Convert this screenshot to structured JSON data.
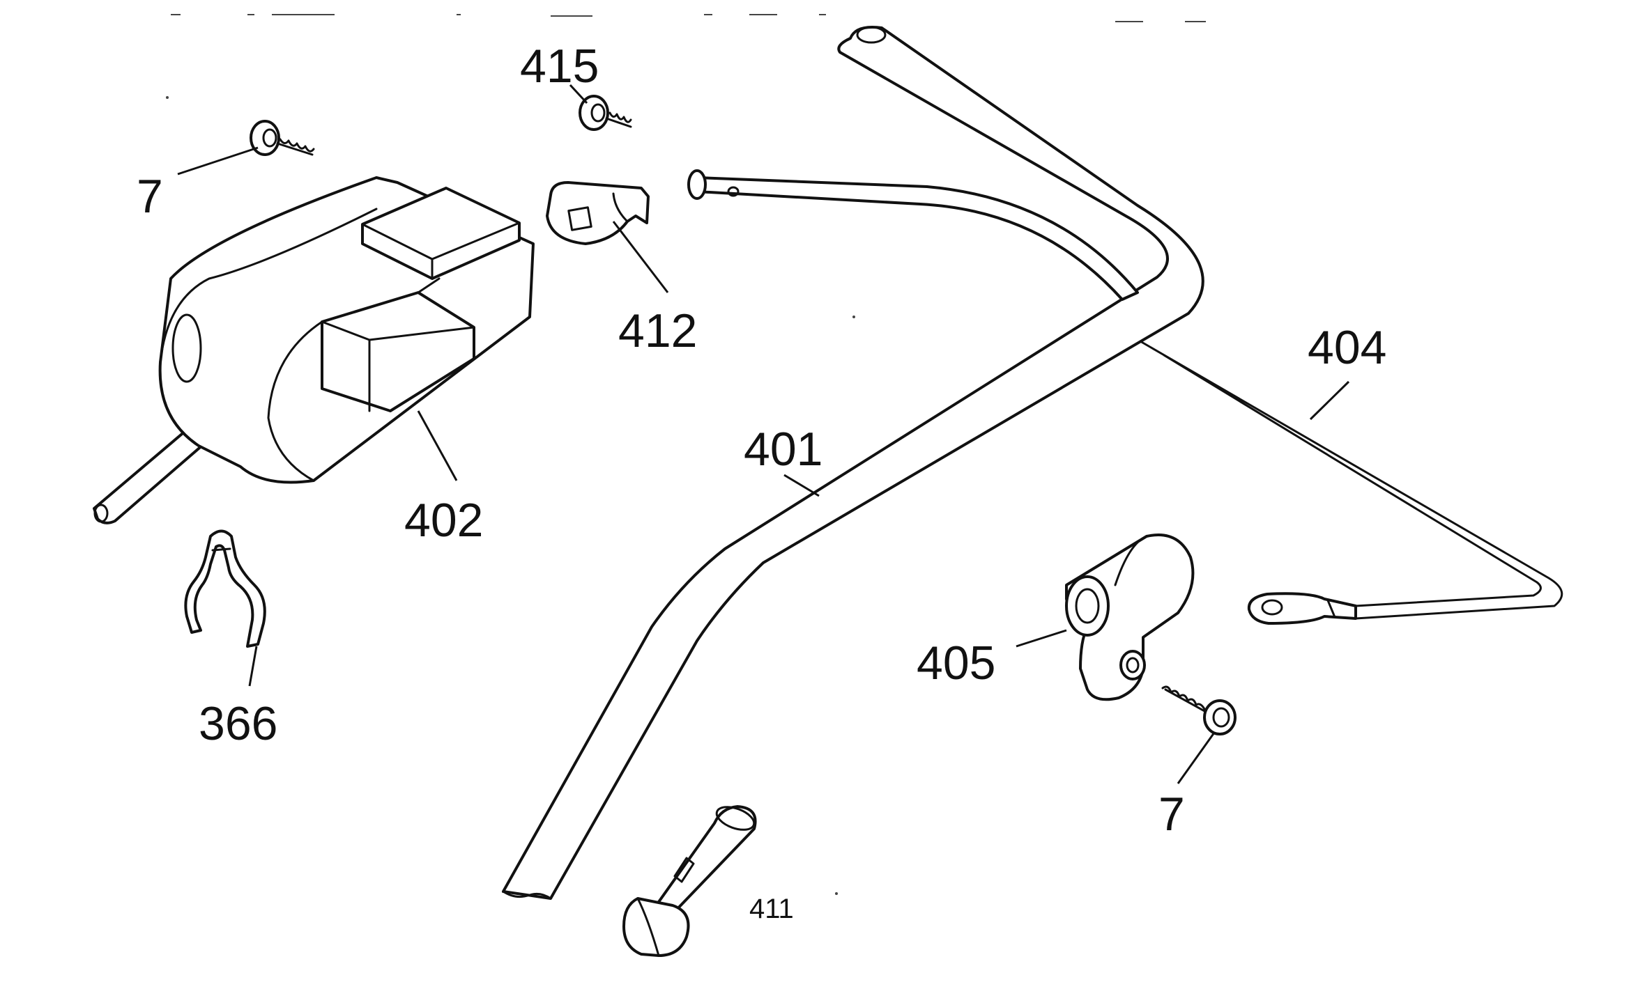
{
  "diagram": {
    "kind": "exploded parts drawing",
    "colors": {
      "line": "#111111",
      "background": "#ffffff"
    },
    "callouts": [
      {
        "id": "415",
        "label": "415"
      },
      {
        "id": "7a",
        "label": "7"
      },
      {
        "id": "412",
        "label": "412"
      },
      {
        "id": "402",
        "label": "402"
      },
      {
        "id": "404",
        "label": "404"
      },
      {
        "id": "401",
        "label": "401"
      },
      {
        "id": "405",
        "label": "405"
      },
      {
        "id": "366",
        "label": "366"
      },
      {
        "id": "7b",
        "label": "7"
      },
      {
        "id": "411",
        "label": "411"
      }
    ]
  }
}
